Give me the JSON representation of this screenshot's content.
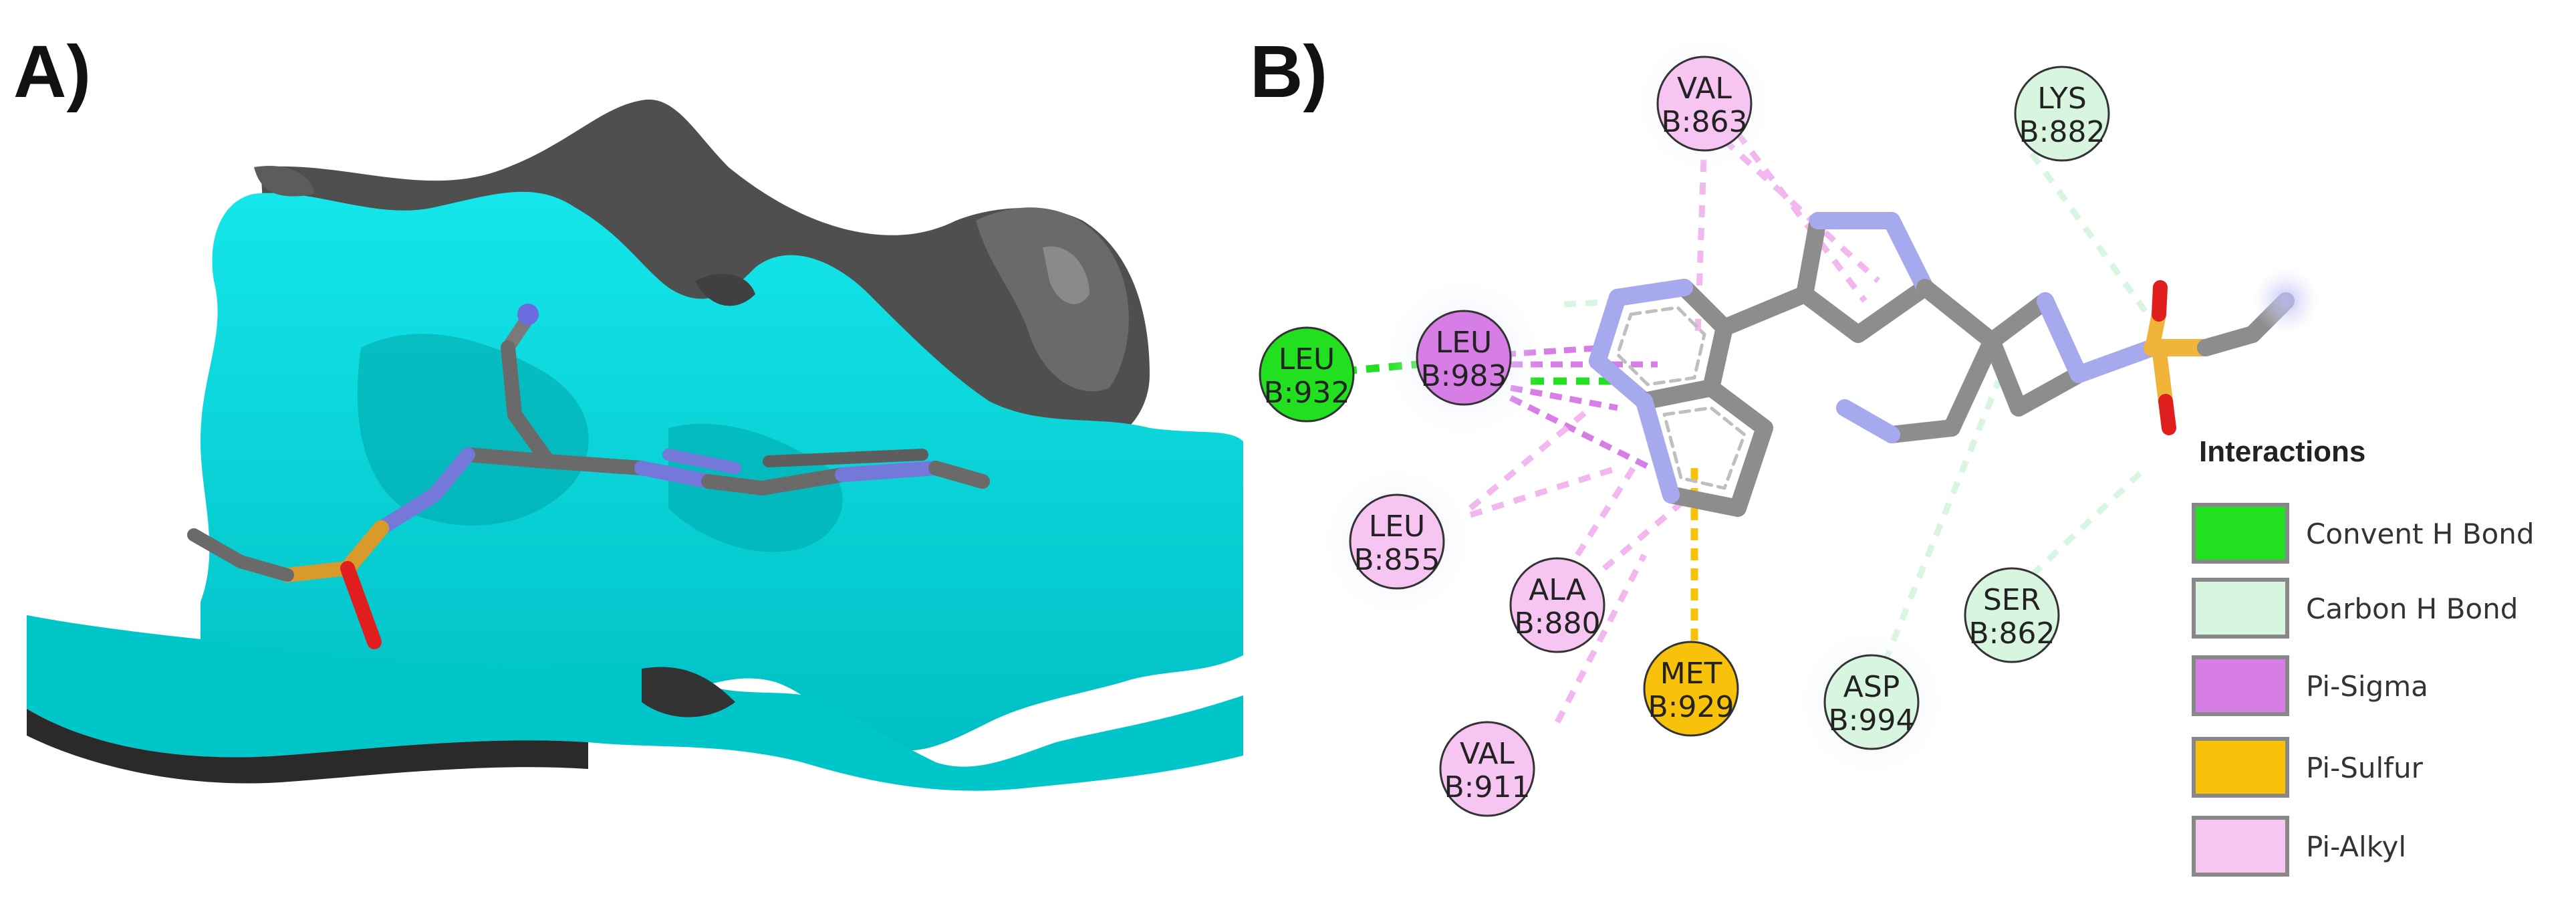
{
  "panels": {
    "a_label": "A)",
    "b_label": "B)"
  },
  "colors": {
    "conventional_h_bond": "#22e01f",
    "carbon_h_bond": "#d8f6df",
    "pi_sigma": "#d67ee6",
    "pi_sulfur": "#f8c10a",
    "pi_alkyl": "#f7c5f1",
    "surface": "#00d8dc",
    "surface_back": "#555555",
    "ligand_carbon": "#7a7a7a",
    "ligand_nitrogen": "#8a8ee0",
    "ligand_sulfur": "#f0b43a",
    "ligand_oxygen": "#e01e1e"
  },
  "residues": [
    {
      "id": "val863",
      "name": "VAL",
      "chain_pos": "B:863",
      "type": "pi_alkyl"
    },
    {
      "id": "lys882",
      "name": "LYS",
      "chain_pos": "B:882",
      "type": "carbon_h_bond"
    },
    {
      "id": "leu932",
      "name": "LEU",
      "chain_pos": "B:932",
      "type": "conventional_h_bond"
    },
    {
      "id": "leu983",
      "name": "LEU",
      "chain_pos": "B:983",
      "type": "pi_sigma"
    },
    {
      "id": "leu855",
      "name": "LEU",
      "chain_pos": "B:855",
      "type": "pi_alkyl"
    },
    {
      "id": "ala880",
      "name": "ALA",
      "chain_pos": "B:880",
      "type": "pi_alkyl"
    },
    {
      "id": "met929",
      "name": "MET",
      "chain_pos": "B:929",
      "type": "pi_sulfur"
    },
    {
      "id": "ser862",
      "name": "SER",
      "chain_pos": "B:862",
      "type": "carbon_h_bond"
    },
    {
      "id": "asp994",
      "name": "ASP",
      "chain_pos": "B:994",
      "type": "carbon_h_bond"
    },
    {
      "id": "val911",
      "name": "VAL",
      "chain_pos": "B:911",
      "type": "pi_alkyl"
    }
  ],
  "legend": {
    "title": "Interactions",
    "items": [
      {
        "label": "Convent H Bond",
        "type": "conventional_h_bond"
      },
      {
        "label": "Carbon  H Bond",
        "type": "carbon_h_bond"
      },
      {
        "label": "Pi-Sigma",
        "type": "pi_sigma"
      },
      {
        "label": "Pi-Sulfur",
        "type": "pi_sulfur"
      },
      {
        "label": "Pi-Alkyl",
        "type": "pi_alkyl"
      }
    ]
  }
}
